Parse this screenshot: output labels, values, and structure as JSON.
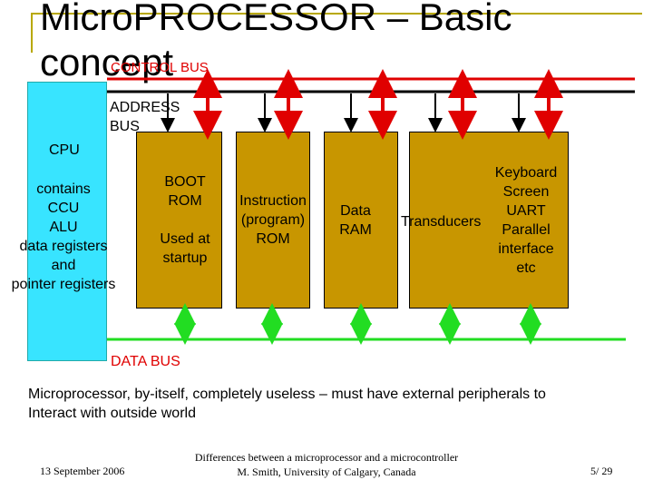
{
  "slide": {
    "title_line1": "Micro",
    "title_line1_caps": "PROCESSOR – Basic",
    "title_line2": "concept",
    "control_bus_label": "CONTROL BUS",
    "address_bus_label_1": "ADDRESS",
    "address_bus_label_2": "BUS",
    "cpu_label": "CPU",
    "cpu_contents": [
      "contains",
      "CCU",
      "ALU",
      "data registers",
      "and",
      "pointer registers"
    ],
    "boot_rom": [
      "BOOT",
      "ROM",
      "",
      "Used at",
      "startup"
    ],
    "instruction_rom": [
      "Instruction",
      "(program)",
      "ROM"
    ],
    "data_ram": [
      "Data",
      "RAM"
    ],
    "peripherals_left": "Transducers",
    "peripherals_right": [
      "Keyboard",
      "Screen",
      "UART",
      "Parallel",
      "interface",
      "etc"
    ],
    "data_bus_label": "DATA BUS",
    "body_text_1": "Microprocessor, by-itself, completely useless – must have external peripherals to",
    "body_text_2": "Interact with outside world",
    "footer_date": "13 September 2006",
    "footer_center_1": "Differences between a microprocessor and a microcontroller",
    "footer_center_2": "M. Smith, University of Calgary, Canada",
    "footer_page": "5/ 29"
  },
  "colors": {
    "cpu": "#38e4ff",
    "module": "#c89600",
    "control_bus": "#e00000",
    "data_bus": "#22dd22",
    "rule": "#b8a800"
  }
}
